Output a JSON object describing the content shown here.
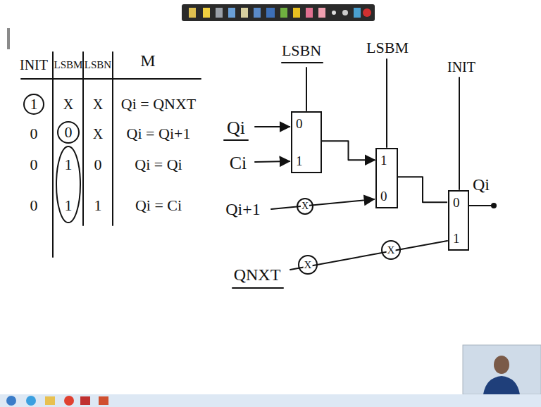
{
  "diagram": {
    "nodes": [
      {
        "text": [
          "0",
          "1"
        ]
      },
      {
        "text": [
          "1",
          "0"
        ]
      },
      {
        "text": [
          "0",
          "1"
        ]
      }
    ],
    "edges": [
      {
        "from": 0,
        "to": 1,
        "arrow": "to"
      },
      {
        "from": 1,
        "to": 2,
        "arrow": "none"
      }
    ],
    "labels": [
      "INIT",
      "LSBM",
      "LSBN",
      "M",
      "1",
      "X",
      "X",
      "Qi = QNXT",
      "0",
      "0",
      "X",
      "Qi = Qi+1",
      "0",
      "1",
      "0",
      "Qi = Qi",
      "0",
      "1",
      "1",
      "Qi = Ci",
      "LSBN",
      "LSBM",
      "INIT",
      "Qi",
      "Ci",
      "Qi+1",
      "QNXT",
      "X",
      "X",
      "X",
      "Qi"
    ]
  }
}
